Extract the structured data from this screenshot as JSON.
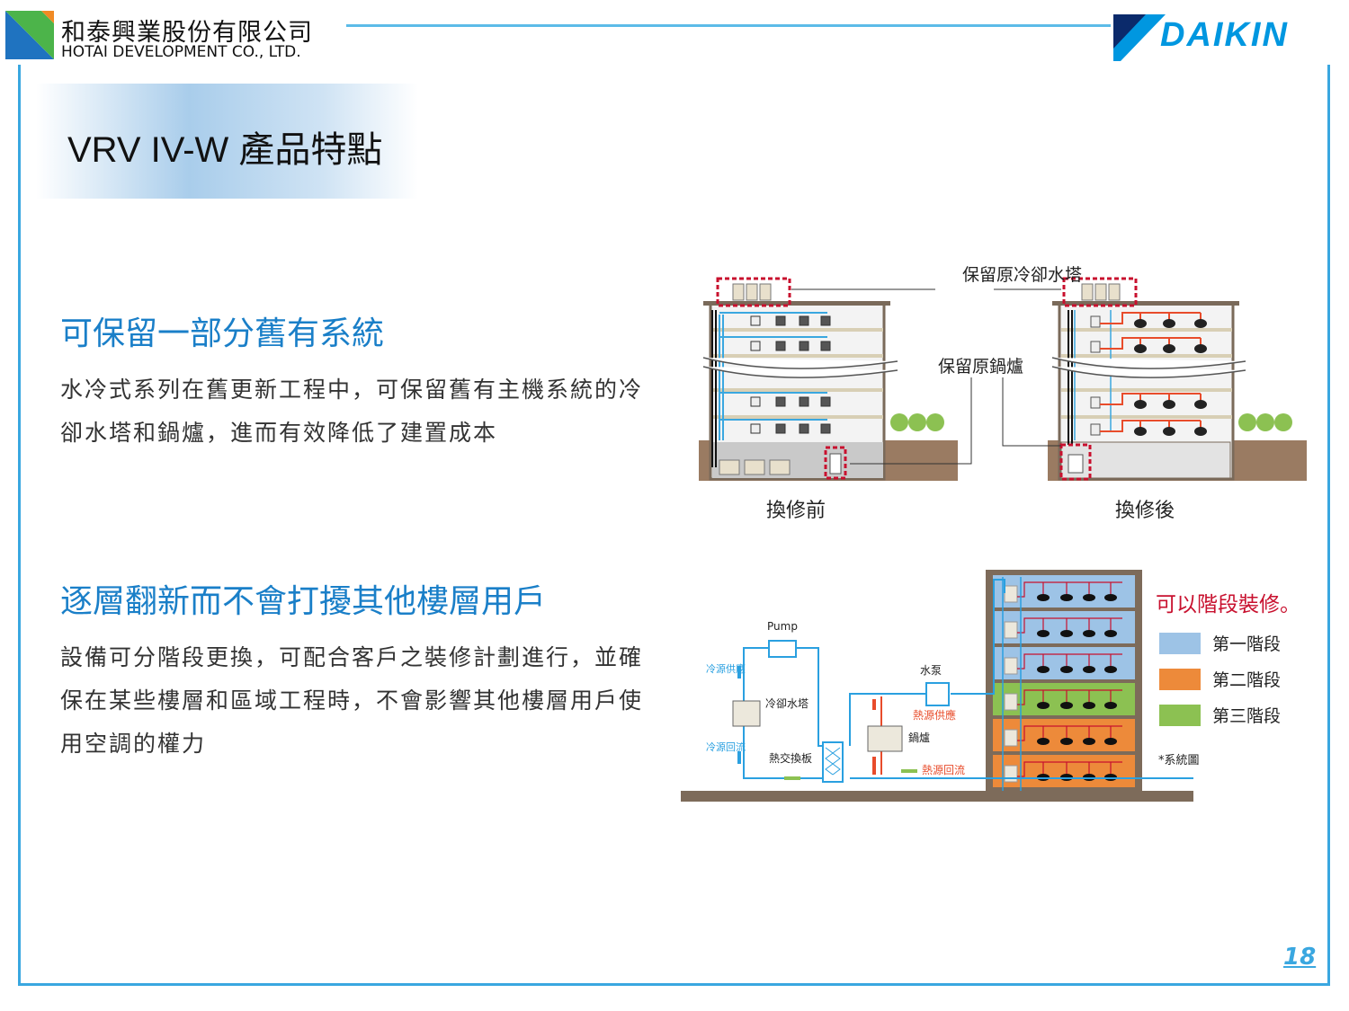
{
  "header": {
    "company_cn": "和泰興業股份有限公司",
    "company_en": "HOTAI DEVELOPMENT CO., LTD.",
    "brand": "DAIKIN"
  },
  "page_title": "VRV IV-W 產品特點",
  "section1": {
    "heading": "可保留一部分舊有系統",
    "body": "水冷式系列在舊更新工程中，可保留舊有主機系統的冷卻水塔和鍋爐，進而有效降低了建置成本",
    "diagram": {
      "label_tower": "保留原冷卻水塔",
      "label_boiler": "保留原鍋爐",
      "before": "換修前",
      "after": "換修後"
    }
  },
  "section2": {
    "heading": "逐層翻新而不會打擾其他樓層用戶",
    "body": "設備可分階段更換，可配合客戶之裝修計劃進行，並確保在某些樓層和區域工程時，不會影響其他樓層用戶使用空調的權力",
    "diagram": {
      "pump": "Pump",
      "cold_supply": "冷源供應",
      "cold_return": "冷源回流",
      "cooling_tower": "冷卻水塔",
      "heat_exchanger": "熱交換板",
      "water_pump": "水泵",
      "heat_supply": "熱源供應",
      "boiler": "鍋爐",
      "heat_return": "熱源回流",
      "floor_stages": [
        1,
        1,
        1,
        3,
        2,
        2
      ]
    },
    "legend": {
      "title": "可以階段裝修。",
      "items": [
        {
          "label": "第一階段",
          "color": "#9dc3e6"
        },
        {
          "label": "第二階段",
          "color": "#ed8a3a"
        },
        {
          "label": "第三階段",
          "color": "#8cc152"
        }
      ],
      "note": "*系統圖"
    }
  },
  "page_number": "18",
  "colors": {
    "accent": "#3aa7e0",
    "heading": "#1a7fc8",
    "red": "#c8102e"
  }
}
